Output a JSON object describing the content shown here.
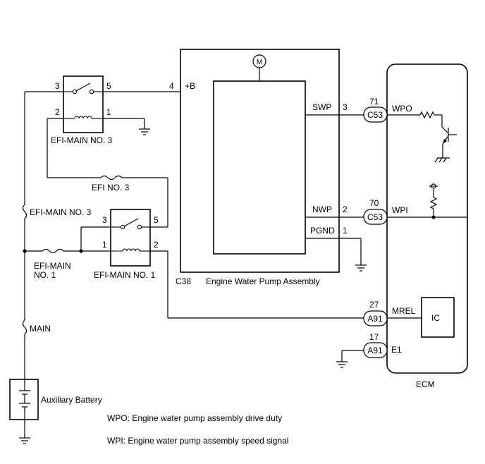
{
  "relays": {
    "efi_main_3": {
      "label": "EFI-MAIN NO. 3",
      "pins": [
        "3",
        "5",
        "2",
        "1"
      ]
    },
    "efi_main_1": {
      "label": "EFI-MAIN NO. 1",
      "pins": [
        "3",
        "5",
        "1",
        "2"
      ]
    }
  },
  "fuses": {
    "efi_no3": "EFI NO. 3",
    "efi_main_no3": "EFI-MAIN NO. 3",
    "efi_main_no1_line1": "EFI-MAIN",
    "efi_main_no1_line2": "NO. 1",
    "main": "MAIN"
  },
  "battery": {
    "label": "Auxiliary Battery"
  },
  "pump": {
    "connector": "C38",
    "label": "Engine Water Pump Assembly",
    "motor": "M",
    "pins": {
      "b": {
        "num": "4",
        "name": "+B"
      },
      "swp": {
        "num": "3",
        "name": "SWP"
      },
      "nwp": {
        "num": "2",
        "name": "NWP"
      },
      "pgnd": {
        "num": "1",
        "name": "PGND"
      }
    }
  },
  "ecm": {
    "label": "ECM",
    "ic": "IC",
    "terminals": {
      "wpo": {
        "num": "71",
        "conn": "C53",
        "name": "WPO"
      },
      "wpi": {
        "num": "70",
        "conn": "C53",
        "name": "WPI"
      },
      "mrel": {
        "num": "27",
        "conn": "A91",
        "name": "MREL"
      },
      "e1": {
        "num": "17",
        "conn": "A91",
        "name": "E1"
      }
    }
  },
  "notes": {
    "wpo": "WPO: Engine water pump assembly drive duty",
    "wpi": "WPI: Engine water pump assembly speed signal"
  }
}
